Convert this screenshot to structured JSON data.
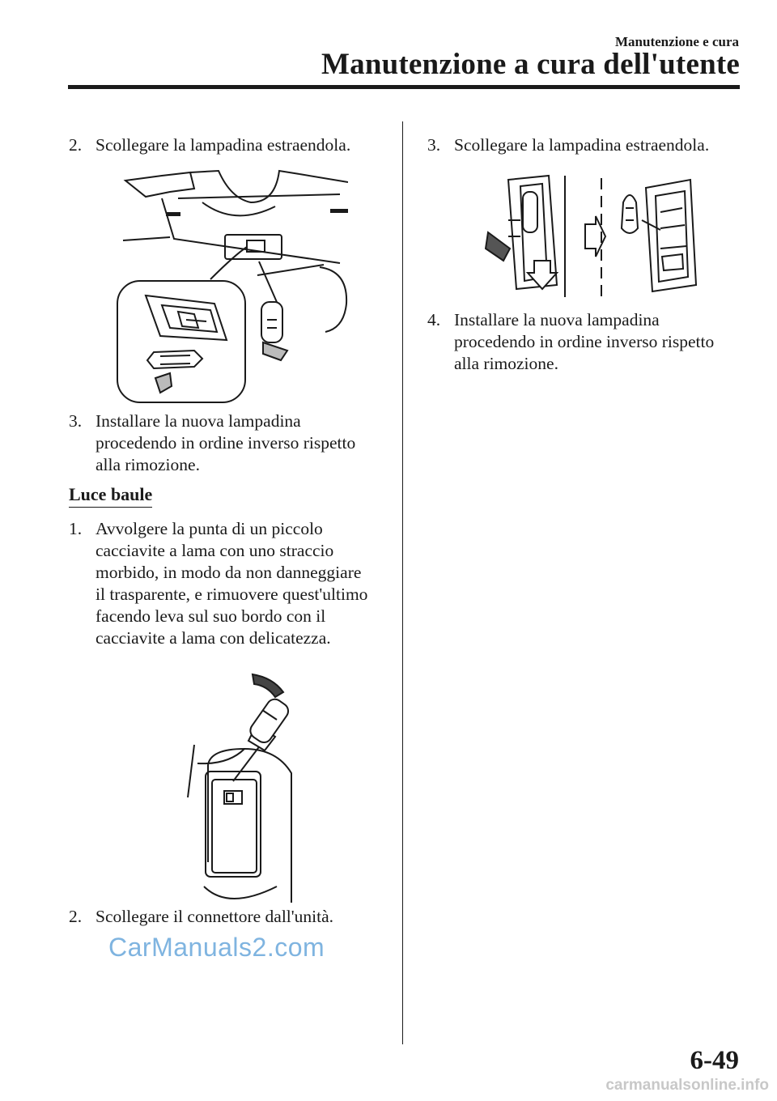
{
  "header": {
    "section": "Manutenzione e cura",
    "title": "Manutenzione a cura dell'utente"
  },
  "left_column": {
    "step_a": {
      "num": "2.",
      "lines": [
        "Scollegare la lampadina estraendola."
      ]
    },
    "step_b": {
      "num": "3.",
      "lines": [
        "Installare la nuova lampadina",
        "procedendo in ordine inverso rispetto",
        "alla rimozione."
      ]
    },
    "section_title": "Luce baule",
    "step_c": {
      "num": "1.",
      "lines": [
        "Avvolgere la punta di un piccolo",
        "cacciavite a lama con uno straccio",
        "morbido, in modo da non danneggiare",
        "il trasparente, e rimuovere quest'ultimo",
        "facendo leva sul suo bordo con il",
        "cacciavite a lama con delicatezza."
      ]
    },
    "step_d": {
      "num": "2.",
      "lines": [
        "Scollegare il connettore dall'unità."
      ]
    }
  },
  "right_column": {
    "step_a": {
      "num": "3.",
      "lines": [
        "Scollegare la lampadina estraendola."
      ]
    },
    "step_b": {
      "num": "4.",
      "lines": [
        "Installare la nuova lampadina",
        "procedendo in ordine inverso rispetto",
        "alla rimozione."
      ]
    }
  },
  "watermark": "CarManuals2.com",
  "page_number": "6-49",
  "footer_url": "carmanualsonline.info"
}
